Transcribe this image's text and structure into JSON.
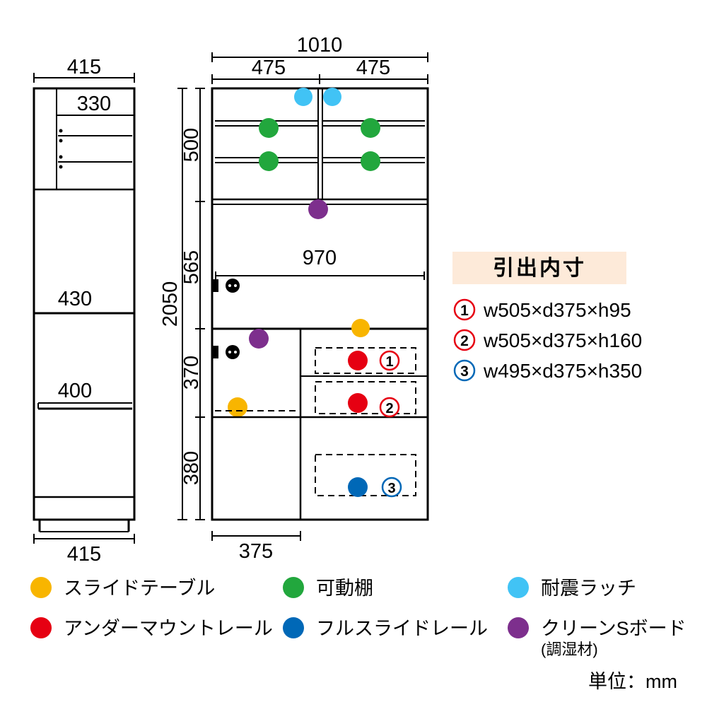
{
  "side_view": {
    "top_width": "415",
    "upper_inner_depth": "330",
    "mid_height": "430",
    "slide_table_height": "400",
    "bottom_width": "415"
  },
  "front_view": {
    "total_width": "1010",
    "left_door_width": "475",
    "right_door_width": "475",
    "total_height": "2050",
    "upper_section_height": "500",
    "middle_section_height": "565",
    "lower_section_height": "370",
    "base_section_height": "380",
    "inner_width": "970",
    "slide_table_width": "375"
  },
  "drawer_panel": {
    "title": "引出内寸",
    "items": [
      {
        "num": "1",
        "size": "w505×d375×h95"
      },
      {
        "num": "2",
        "size": "w505×d375×h160"
      },
      {
        "num": "3",
        "size": "w495×d375×h350"
      }
    ]
  },
  "legend": {
    "items": [
      {
        "label": "スライドテーブル"
      },
      {
        "label": "可動棚"
      },
      {
        "label": "耐震ラッチ"
      },
      {
        "label": "アンダーマウントレール"
      },
      {
        "label": "フルスライドレール"
      },
      {
        "label": "クリーンSボード",
        "sublabel": "(調湿材)"
      }
    ]
  },
  "unit_note": "単位：mm",
  "colors": {
    "yellow": "#f8b500",
    "green": "#22a73d",
    "cyan": "#41c3f5",
    "red": "#e60012",
    "blue": "#0068b7",
    "purple": "#7d2f8d",
    "panel_bg": "#fdead9",
    "line": "#000000"
  }
}
